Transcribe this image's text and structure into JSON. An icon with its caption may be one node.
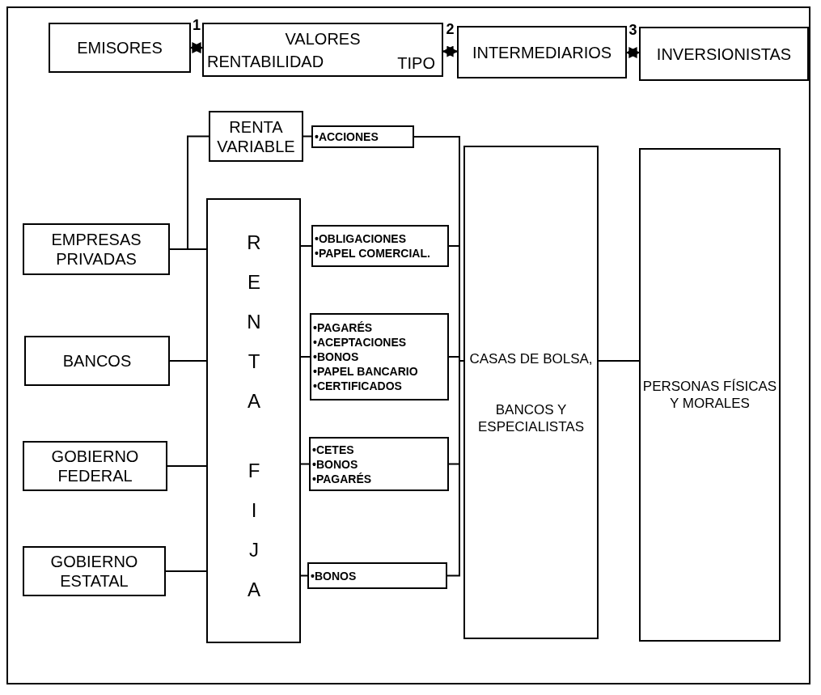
{
  "diagram": {
    "nodes": [
      {
        "text": [
          "EMISORES"
        ]
      },
      {
        "text": [
          "VALORES",
          "RENTABILIDAD",
          "TIPO"
        ]
      },
      {
        "text": [
          "INTERMEDIARIOS"
        ]
      },
      {
        "text": [
          "INVERSIONISTAS"
        ]
      },
      {
        "text": [
          "RENTA VARIABLE"
        ]
      },
      {
        "text": [
          "•ACCIONES"
        ]
      },
      {
        "text": [
          "EMPRESAS PRIVADAS"
        ]
      },
      {
        "text": [
          "RENTA",
          "FIJA"
        ]
      },
      {
        "text": [
          "•OBLIGACIONES",
          "•PAPEL COMERCIAL."
        ]
      },
      {
        "text": [
          "BANCOS"
        ]
      },
      {
        "text": [
          "•PAGARÉS",
          "•ACEPTACIONES",
          "•BONOS",
          "•PAPEL BANCARIO",
          "•CERTIFICADOS"
        ]
      },
      {
        "text": [
          "GOBIERNO FEDERAL"
        ]
      },
      {
        "text": [
          "•CETES",
          "•BONOS",
          "•PAGARÉS"
        ]
      },
      {
        "text": [
          "GOBIERNO ESTATAL"
        ]
      },
      {
        "text": [
          "•BONOS"
        ]
      },
      {
        "text": [
          "CASAS DE BOLSA,",
          "BANCOS Y ESPECIALISTAS"
        ]
      },
      {
        "text": [
          "PERSONAS FÍSICAS Y MORALES"
        ]
      }
    ],
    "edges": [
      {
        "from": 0,
        "to": 1,
        "arrow": "both",
        "label": "1"
      },
      {
        "from": 1,
        "to": 2,
        "arrow": "both",
        "label": "2"
      },
      {
        "from": 2,
        "to": 3,
        "arrow": "both",
        "label": "3"
      },
      {
        "from": 6,
        "to": 4,
        "arrow": "none"
      },
      {
        "from": 6,
        "to": 7,
        "arrow": "none"
      },
      {
        "from": 4,
        "to": 5,
        "arrow": "none"
      },
      {
        "from": 7,
        "to": 8,
        "arrow": "none"
      },
      {
        "from": 9,
        "to": 7,
        "arrow": "none"
      },
      {
        "from": 7,
        "to": 10,
        "arrow": "none"
      },
      {
        "from": 11,
        "to": 7,
        "arrow": "none"
      },
      {
        "from": 7,
        "to": 12,
        "arrow": "none"
      },
      {
        "from": 13,
        "to": 7,
        "arrow": "none"
      },
      {
        "from": 7,
        "to": 14,
        "arrow": "none"
      },
      {
        "from": 5,
        "to": 15,
        "arrow": "none"
      },
      {
        "from": 8,
        "to": 15,
        "arrow": "none"
      },
      {
        "from": 10,
        "to": 15,
        "arrow": "none"
      },
      {
        "from": 12,
        "to": 15,
        "arrow": "none"
      },
      {
        "from": 14,
        "to": 15,
        "arrow": "none"
      },
      {
        "from": 15,
        "to": 16,
        "arrow": "none"
      }
    ]
  }
}
